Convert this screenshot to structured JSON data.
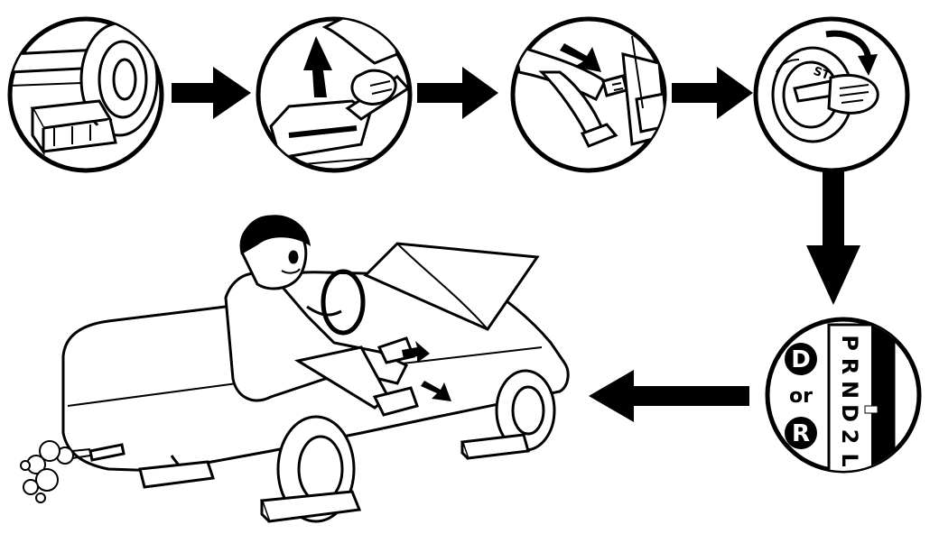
{
  "steps": [
    {
      "id": "chock-wheels",
      "icon": "wheel-chock-icon"
    },
    {
      "id": "apply-parking-brake",
      "icon": "parking-brake-icon"
    },
    {
      "id": "depress-brake-pedal",
      "icon": "brake-pedal-icon"
    },
    {
      "id": "start-engine",
      "icon": "ignition-key-icon"
    },
    {
      "id": "shift-gear",
      "icon": "gear-selector-icon"
    },
    {
      "id": "check-engine-running",
      "icon": "car-test-icon"
    }
  ],
  "key": {
    "mark": "ST"
  },
  "shift": {
    "choice_a": "D",
    "or": "or",
    "choice_b": "R",
    "positions": [
      "P",
      "R",
      "N",
      "D",
      "2",
      "L"
    ]
  },
  "colors": {
    "ink": "#000000",
    "paper": "#ffffff"
  }
}
